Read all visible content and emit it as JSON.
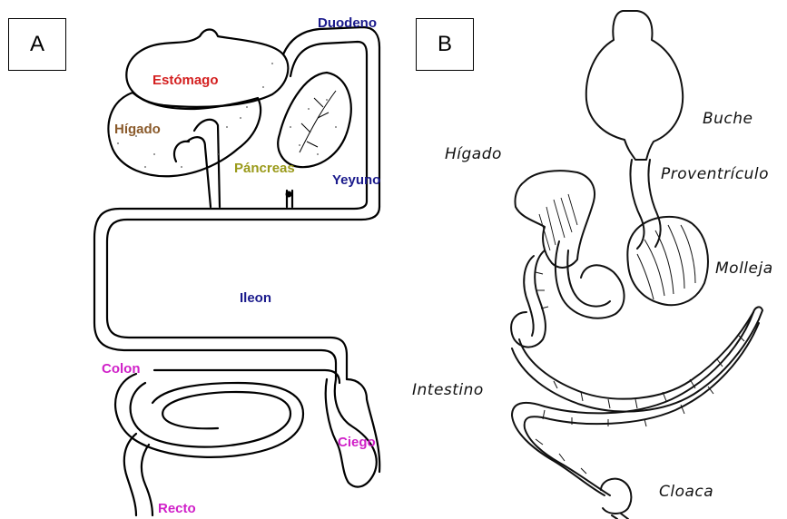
{
  "panels": {
    "a": {
      "letter": "A",
      "labels": {
        "duodeno": "Duodeno",
        "estomago": "Estómago",
        "higado": "Hígado",
        "pancreas": "Páncreas",
        "yeyuno": "Yeyuno",
        "ileon": "Ileon",
        "colon": "Colon",
        "ciego": "Ciego",
        "recto": "Recto"
      },
      "colors": {
        "estomago": "#d42020",
        "higado": "#8a5a2b",
        "pancreas": "#9a9a1a",
        "blue_labels": "#1a1a8c",
        "magenta_labels": "#d020c8"
      }
    },
    "b": {
      "letter": "B",
      "labels": {
        "buche": "Buche",
        "higado": "Hígado",
        "proventriculo": "Proventrículo",
        "molleja": "Molleja",
        "intestino": "Intestino",
        "cloaca": "Cloaca"
      }
    }
  }
}
